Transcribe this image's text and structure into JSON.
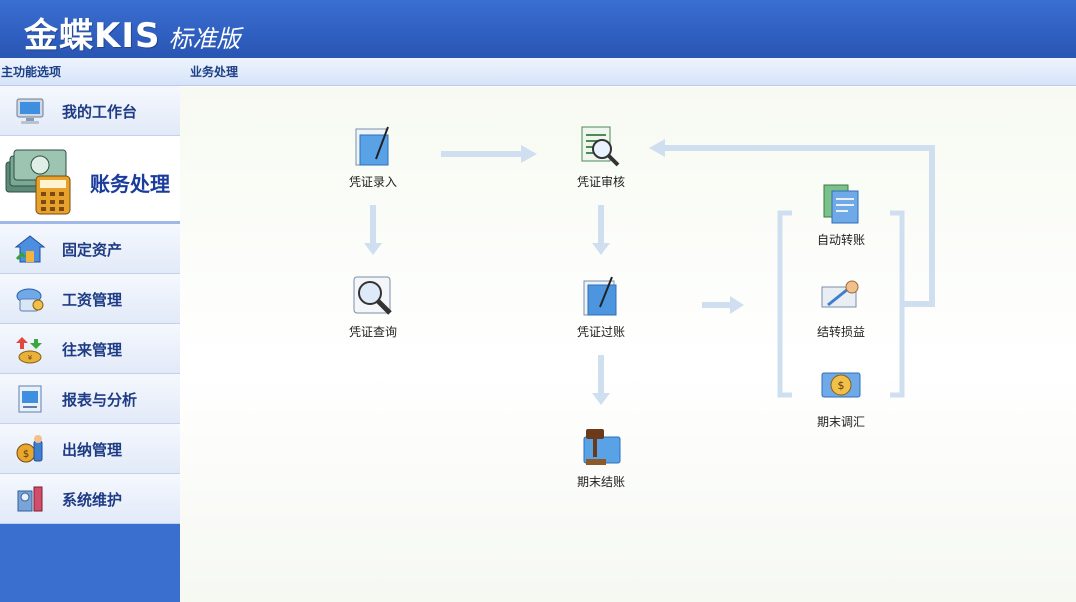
{
  "app": {
    "brand_name": "金蝶KIS",
    "brand_edition": "标准版"
  },
  "sidebar": {
    "title": "主功能选项",
    "items": [
      {
        "label": "我的工作台",
        "icon": "monitor-icon"
      },
      {
        "label": "账务处理",
        "icon": "money-calculator-icon",
        "active": true
      },
      {
        "label": "固定资产",
        "icon": "house-icon"
      },
      {
        "label": "工资管理",
        "icon": "salary-icon"
      },
      {
        "label": "往来管理",
        "icon": "exchange-icon"
      },
      {
        "label": "报表与分析",
        "icon": "report-icon"
      },
      {
        "label": "出纳管理",
        "icon": "cashier-icon"
      },
      {
        "label": "系统维护",
        "icon": "tools-icon"
      }
    ]
  },
  "main": {
    "title": "业务处理",
    "nodes": {
      "voucher_entry": "凭证录入",
      "voucher_review": "凭证审核",
      "voucher_query": "凭证查询",
      "voucher_posting": "凭证过账",
      "period_closing": "期末结账",
      "auto_transfer": "自动转账",
      "profit_loss_transfer": "结转损益",
      "period_exchange_adjust": "期末调汇"
    }
  },
  "colors": {
    "header": "#3266c8",
    "sidebar": "#3a6fd0",
    "arrow": "#cfdff0",
    "accent_text": "#1a3c9c"
  }
}
